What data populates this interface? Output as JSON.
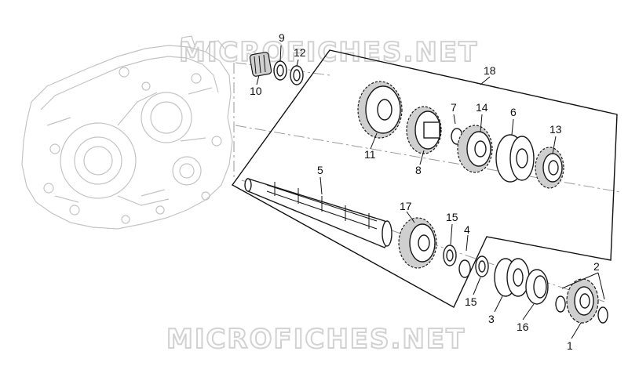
{
  "watermark": {
    "top": "MICROFICHES.NET",
    "bottom": "MICROFICHES.NET"
  },
  "callouts": {
    "c1": "1",
    "c2": "2",
    "c3": "3",
    "c4": "4",
    "c5": "5",
    "c6": "6",
    "c7": "7",
    "c8": "8",
    "c9": "9",
    "c10": "10",
    "c11": "11",
    "c12": "12",
    "c13": "13",
    "c14": "14",
    "c15a": "15",
    "c15b": "15",
    "c16": "16",
    "c17": "17",
    "c18": "18"
  }
}
